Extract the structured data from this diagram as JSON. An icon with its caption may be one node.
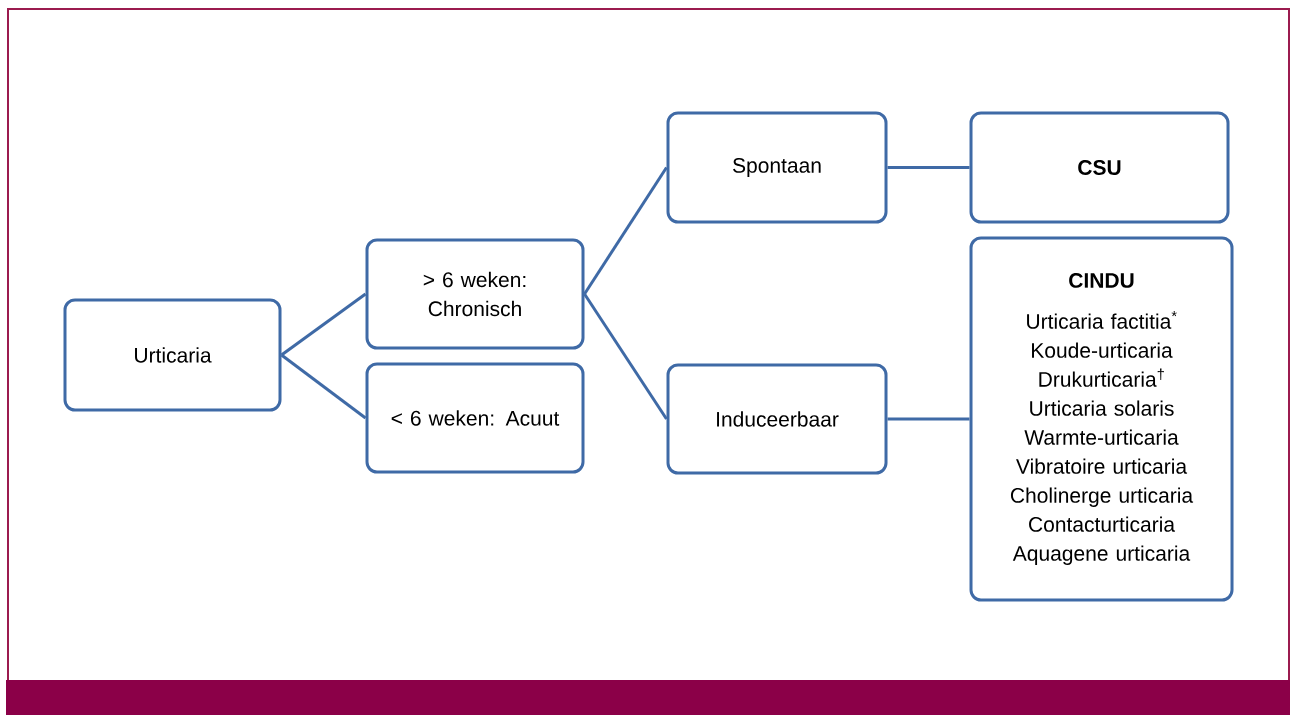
{
  "diagram": {
    "nodes": [
      {
        "text": [
          "Urticaria"
        ]
      },
      {
        "text": [
          "> 6 weken: Chronisch"
        ]
      },
      {
        "text": [
          "< 6 weken: Acuut"
        ]
      },
      {
        "text": [
          "Spontaan"
        ]
      },
      {
        "text": [
          "CSU"
        ]
      },
      {
        "text": [
          "Induceerbaar"
        ]
      },
      {
        "text": [
          "CINDU",
          "Urticaria factitia$^{*}$",
          "Koude-urticaria",
          "Drukurticaria$^{†}$",
          "Urticaria solaris",
          "Warmte-urticaria",
          "Vibratoire urticaria",
          "Cholinerge urticaria",
          "Contacturticaria",
          "Aquagene urticaria"
        ]
      }
    ],
    "edges": [
      {
        "from": 0,
        "to": 1,
        "arrow": "none"
      },
      {
        "from": 0,
        "to": 2,
        "arrow": "none"
      },
      {
        "from": 1,
        "to": 3,
        "arrow": "none"
      },
      {
        "from": 1,
        "to": 5,
        "arrow": "none"
      },
      {
        "from": 3,
        "to": 4,
        "arrow": "none"
      },
      {
        "from": 5,
        "to": 6,
        "arrow": "none"
      }
    ]
  }
}
